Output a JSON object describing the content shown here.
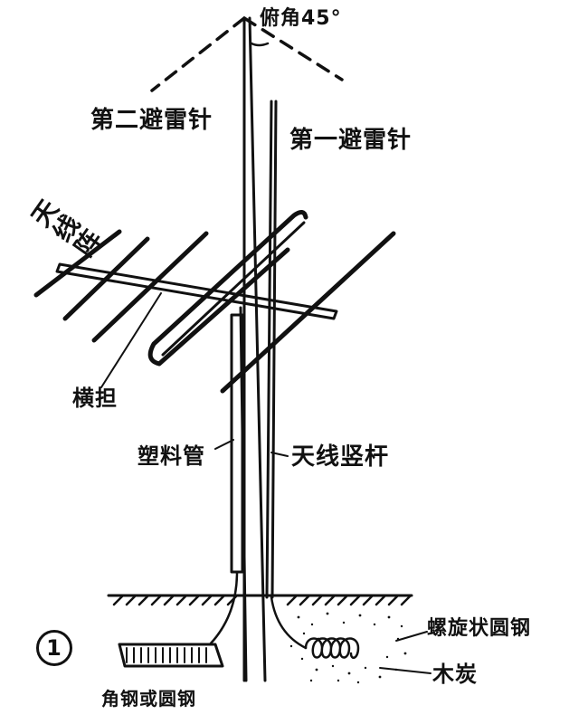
{
  "labels": {
    "angle": "俯角45°",
    "second_rod": "第二避雷针",
    "first_rod": "第一避雷针",
    "antenna": "天线阵",
    "crossbar": "横担",
    "plastic_pipe": "塑料管",
    "antenna_pole": "天线竖杆",
    "spiral_steel": "螺旋状圆钢",
    "charcoal": "木炭",
    "angle_iron": "角钢或圆钢",
    "figure_number": "1"
  },
  "colors": {
    "ink": "#111111",
    "paper": "#ffffff"
  }
}
